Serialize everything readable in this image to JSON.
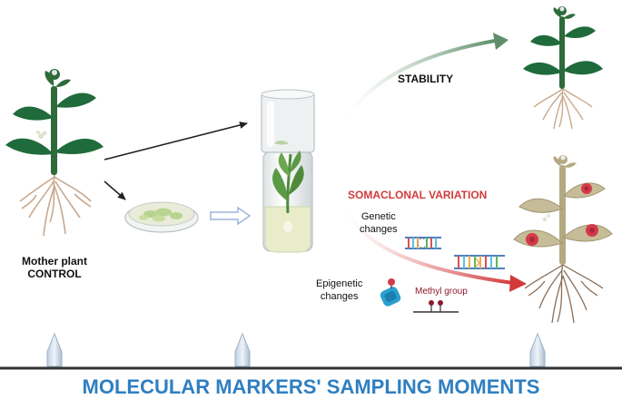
{
  "colors": {
    "stem": "#2f6b3a",
    "leaf": "#1f6b3b",
    "root": "#c8a88c",
    "stability_arrow": "#6f9a78",
    "somaclonal": "#d23a3a",
    "timeline": "#333333",
    "footer": "#2f7fc1",
    "agar": "#e9ecc9",
    "petri": "#cfe0b0",
    "dna": "#4a7fc0",
    "dead_plant": "#b3aa83",
    "lesion": "#d63a4a"
  },
  "labels": {
    "mother_plant_line1": "Mother plant",
    "mother_plant_line2": "CONTROL",
    "stability": "STABILITY",
    "somaclonal_variation": "SOMACLONAL VARIATION",
    "genetic_line1": "Genetic",
    "genetic_line2": "changes",
    "epigenetic_line1": "Epigenetic",
    "epigenetic_line2": "changes",
    "methyl_group": "Methyl group",
    "footer": "MOLECULAR MARKERS' SAMPLING MOMENTS"
  },
  "icons": {
    "mother_plant": "mother-plant-icon",
    "petri_dish": "petri-dish-icon",
    "culture_tube": "culture-tube-icon",
    "healthy_plant": "healthy-plant-icon",
    "variant_plant": "variant-plant-icon",
    "dna": "dna-icon",
    "methylation": "methyl-group-icon",
    "sampling_marker": "sampling-marker-icon"
  }
}
